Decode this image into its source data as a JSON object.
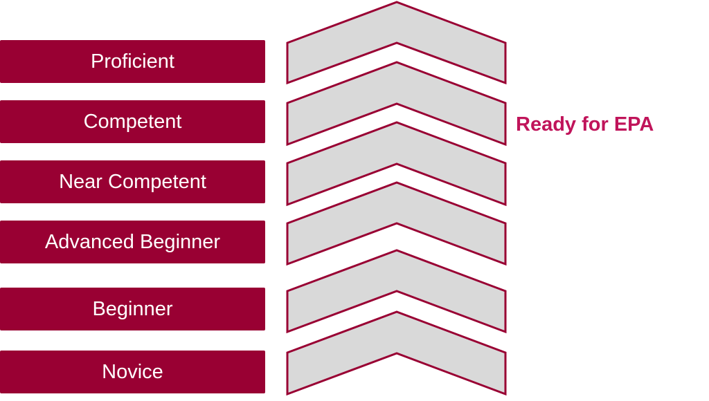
{
  "levels": [
    {
      "label": "Proficient"
    },
    {
      "label": "Competent"
    },
    {
      "label": "Near Competent"
    },
    {
      "label": "Advanced Beginner"
    },
    {
      "label": "Beginner"
    },
    {
      "label": "Novice"
    }
  ],
  "annotation": {
    "label": "Ready for EPA"
  },
  "colors": {
    "box_fill": "#990033",
    "box_text": "#ffffff",
    "chevron_fill": "#d9d9d9",
    "chevron_stroke": "#990033",
    "annotation_text": "#c0145a"
  }
}
